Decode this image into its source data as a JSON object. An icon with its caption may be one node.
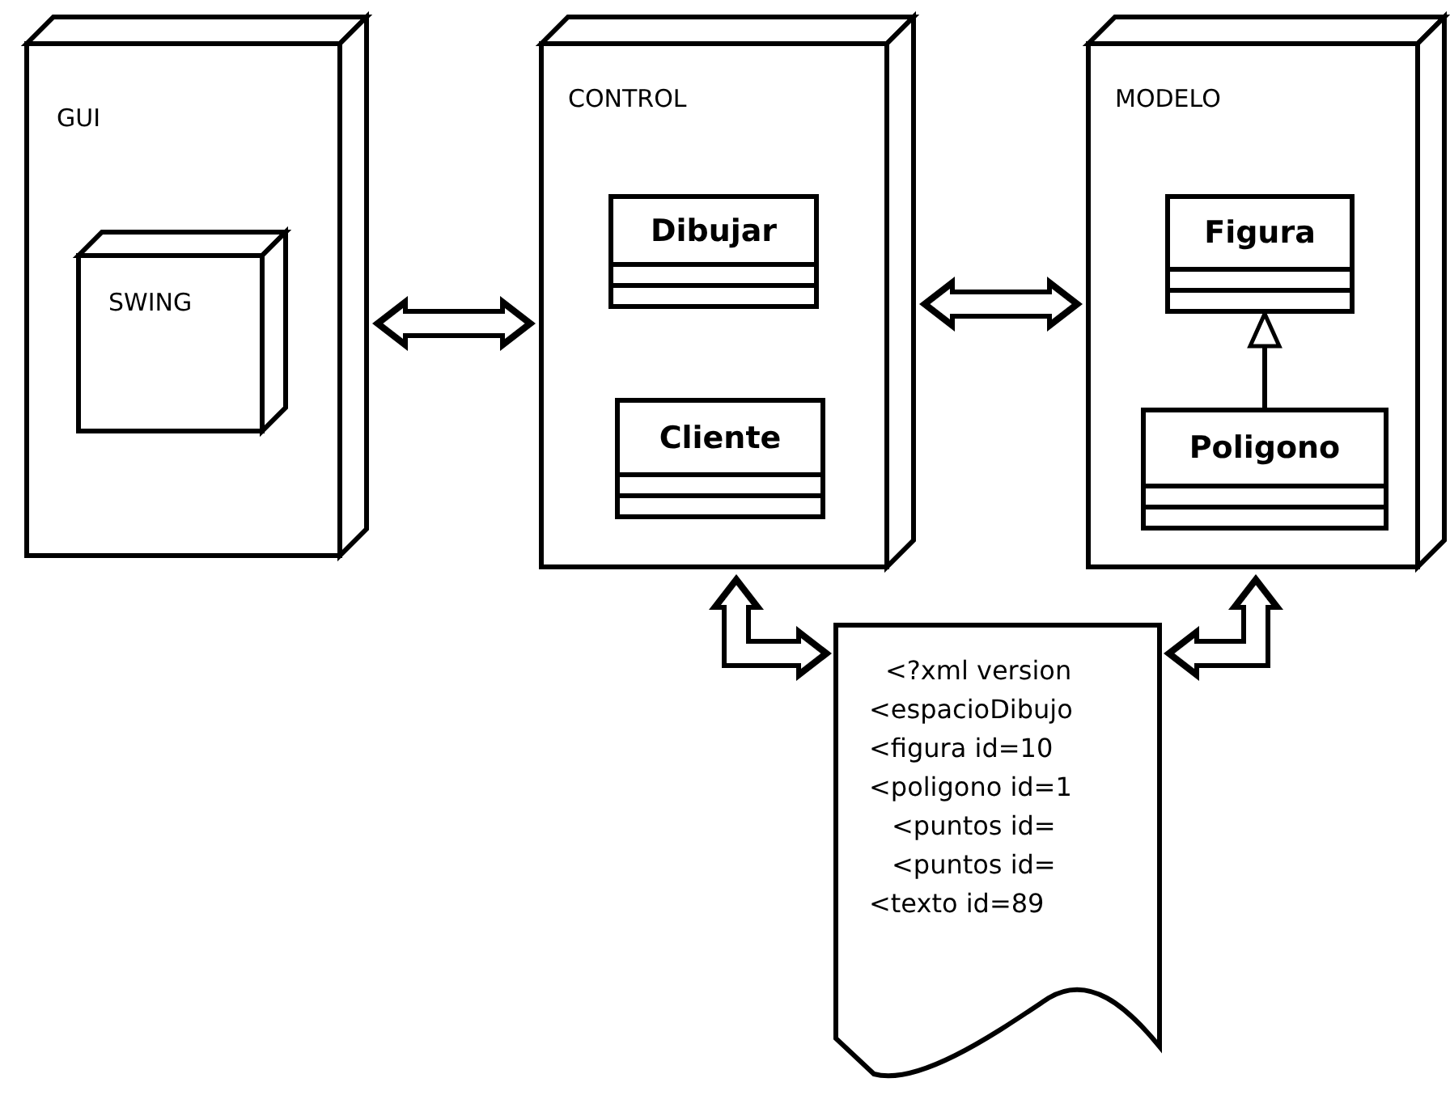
{
  "diagram": {
    "nodes": [
      {
        "text": [
          "GUI"
        ]
      },
      {
        "text": [
          "SWING"
        ],
        "in": 0
      },
      {
        "text": [
          "CONTROL"
        ]
      },
      {
        "text": [
          "Dibujar"
        ],
        "in": 2
      },
      {
        "text": [
          "Cliente"
        ],
        "in": 2
      },
      {
        "text": [
          "MODELO"
        ]
      },
      {
        "text": [
          "Figura"
        ],
        "in": 5
      },
      {
        "text": [
          "Poligono"
        ],
        "in": 5
      },
      {
        "text": [
          "<?xml version",
          "<espacioDibujo",
          "<figura id=10",
          "<poligono id=1",
          "<puntos id=",
          "<puntos id=",
          "<texto id=89"
        ]
      }
    ],
    "edges": [
      {
        "from": 0,
        "to": 2,
        "arrow": "both"
      },
      {
        "from": 2,
        "to": 5,
        "arrow": "both"
      },
      {
        "from": 2,
        "to": 8,
        "arrow": "both"
      },
      {
        "from": 5,
        "to": 8,
        "arrow": "both"
      },
      {
        "from": 7,
        "to": 6,
        "arrow": "to"
      }
    ]
  }
}
